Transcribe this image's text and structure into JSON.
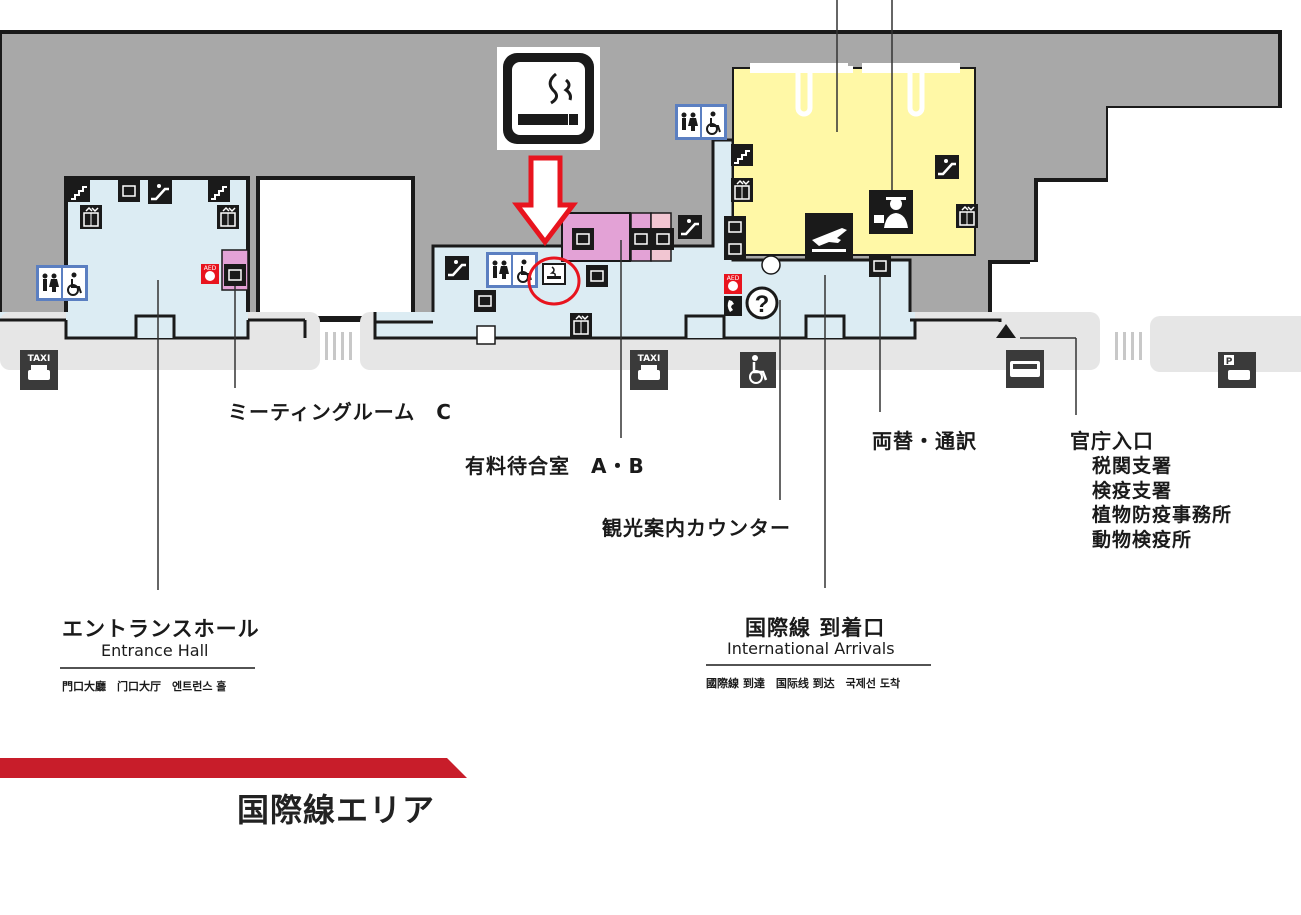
{
  "colors": {
    "building_grey": "#a8a8a8",
    "floor_light_blue": "#dcecf3",
    "arrivals_yellow": "#fff8a6",
    "waiting_pink": "#e3a2d6",
    "restroom_blue": "#5b7fc1",
    "accent_red": "#e8141e",
    "banner_red": "#c81d2a",
    "icon_dark": "#1a1a1a"
  },
  "icons": {
    "smoking": "smoking-icon",
    "taxi": "taxi-icon",
    "wheelchair": "wheelchair-icon",
    "bus": "bus-icon",
    "parking": "parking-icon",
    "airplane_arrival": "airplane-arrival-icon",
    "customs_officer": "customs-officer-icon",
    "information": "question-mark-icon",
    "aed": "aed-icon",
    "telephone": "phone-icon",
    "restroom": "restroom-icon",
    "elevator": "elevator-icon",
    "escalator": "escalator-icon",
    "stairs": "stairs-icon"
  },
  "taxi_label": "TAXI",
  "aed_label": "AED",
  "parking_label": "P",
  "labels": {
    "meeting_room": "ミーティングルーム　C",
    "paid_lounge": "有料待合室　A・B",
    "tourist_info": "観光案内カウンター",
    "exchange": "両替・通訳",
    "gov_entrance": "官庁入口",
    "gov_offices": [
      "税関支署",
      "検疫支署",
      "植物防疫事務所",
      "動物検疫所"
    ]
  },
  "entrance_hall": {
    "jp": "エントランスホール",
    "en": "Entrance Hall",
    "multi": "門口大廳　门口大厅　엔트런스 홀"
  },
  "intl_arrivals": {
    "jp": "国際線 到着口",
    "en": "International Arrivals",
    "multi": "國際線 到達　国际线 到达　국제선 도착"
  },
  "area_title": "国際線エリア"
}
